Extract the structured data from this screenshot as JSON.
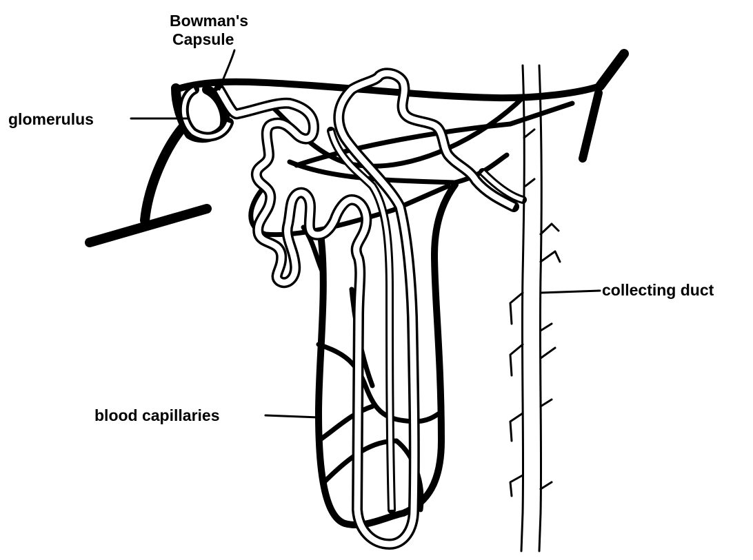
{
  "labels": {
    "bowmans_capsule_line1": "Bowman's",
    "bowmans_capsule_line2": "Capsule",
    "glomerulus": "glomerulus",
    "collecting_duct": "collecting duct",
    "blood_capillaries": "blood capillaries"
  },
  "colors": {
    "ink": "#000000",
    "background": "#ffffff"
  }
}
